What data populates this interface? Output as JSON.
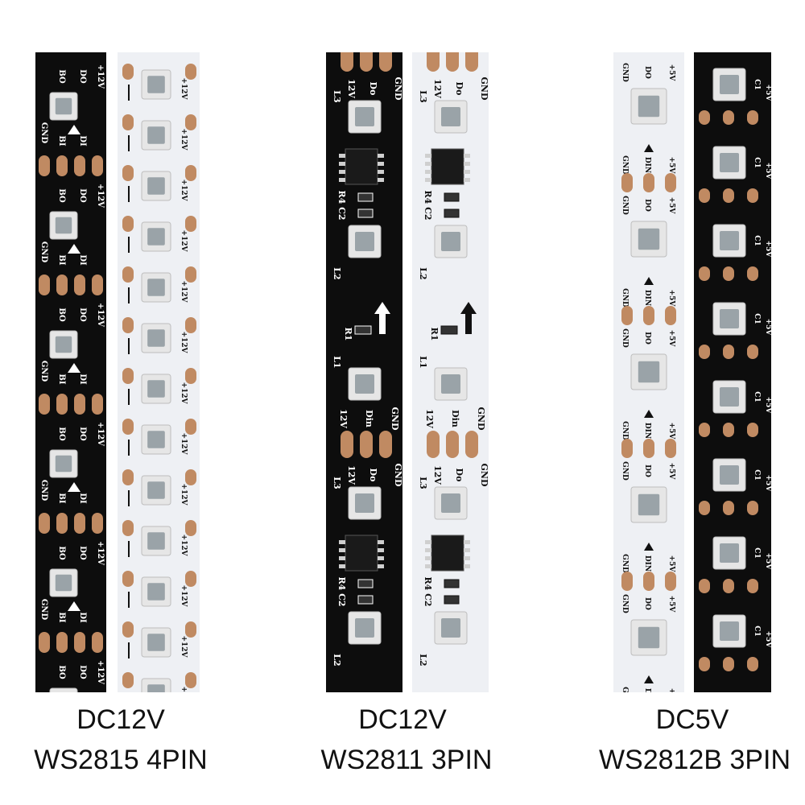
{
  "products": [
    {
      "voltage": "DC12V",
      "model": "WS2815 4PIN",
      "pad_labels": [
        "GND",
        "BO",
        "DO",
        "+12V"
      ],
      "input_labels": [
        "BI",
        "DI"
      ]
    },
    {
      "voltage": "DC12V",
      "model": "WS2811 3PIN",
      "pad_labels": [
        "12V",
        "Din",
        "GND"
      ],
      "out_label": "Do",
      "component_labels": [
        "L3",
        "L2",
        "L1",
        "R4",
        "C2",
        "R1"
      ]
    },
    {
      "voltage": "DC5V",
      "model": "WS2812B 3PIN",
      "pad_labels": [
        "GND",
        "DIN",
        "+5V"
      ],
      "out_labels": [
        "GND",
        "DO",
        "+5V"
      ],
      "component_labels": [
        "C1"
      ]
    }
  ],
  "colors": {
    "black_pcb": "#0d0d0d",
    "white_pcb": "#eef0f4",
    "copper": "#c08a62",
    "led_body": "#e6e6e6",
    "led_die": "#9aa3a8"
  }
}
